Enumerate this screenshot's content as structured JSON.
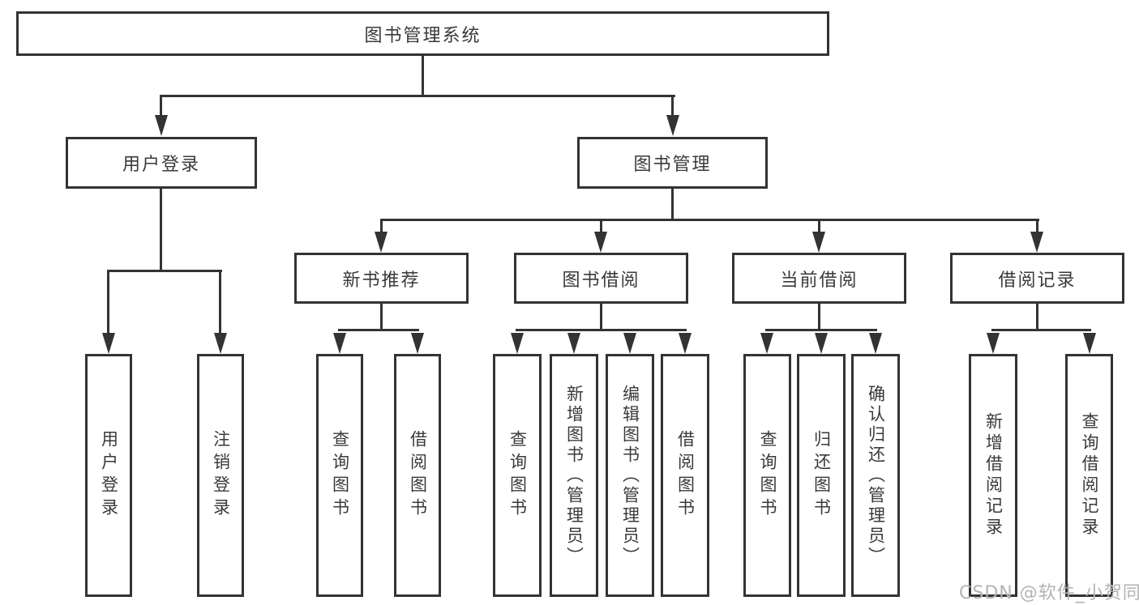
{
  "diagram": {
    "root": {
      "label": "图书管理系统"
    },
    "level1": [
      {
        "label": "用户登录"
      },
      {
        "label": "图书管理"
      }
    ],
    "level2": [
      {
        "label": "新书推荐"
      },
      {
        "label": "图书借阅"
      },
      {
        "label": "当前借阅"
      },
      {
        "label": "借阅记录"
      }
    ],
    "leaves": {
      "user_login": [
        "用户登录",
        "注销登录"
      ],
      "new_book_recommend": [
        "查询图书",
        "借阅图书"
      ],
      "book_borrow": [
        "查询图书",
        "新增图书（管理员）",
        "编辑图书（管理员）",
        "借阅图书"
      ],
      "current_borrow": [
        "查询图书",
        "归还图书",
        "确认归还（管理员）"
      ],
      "borrow_records": [
        "新增借阅记录",
        "查询借阅记录"
      ]
    }
  },
  "watermark": "CSDN @软件_小贺同学",
  "colors": {
    "line": "#333333",
    "text": "#3a3a3a",
    "background": "#ffffff",
    "watermark": "#b3b3b3"
  }
}
